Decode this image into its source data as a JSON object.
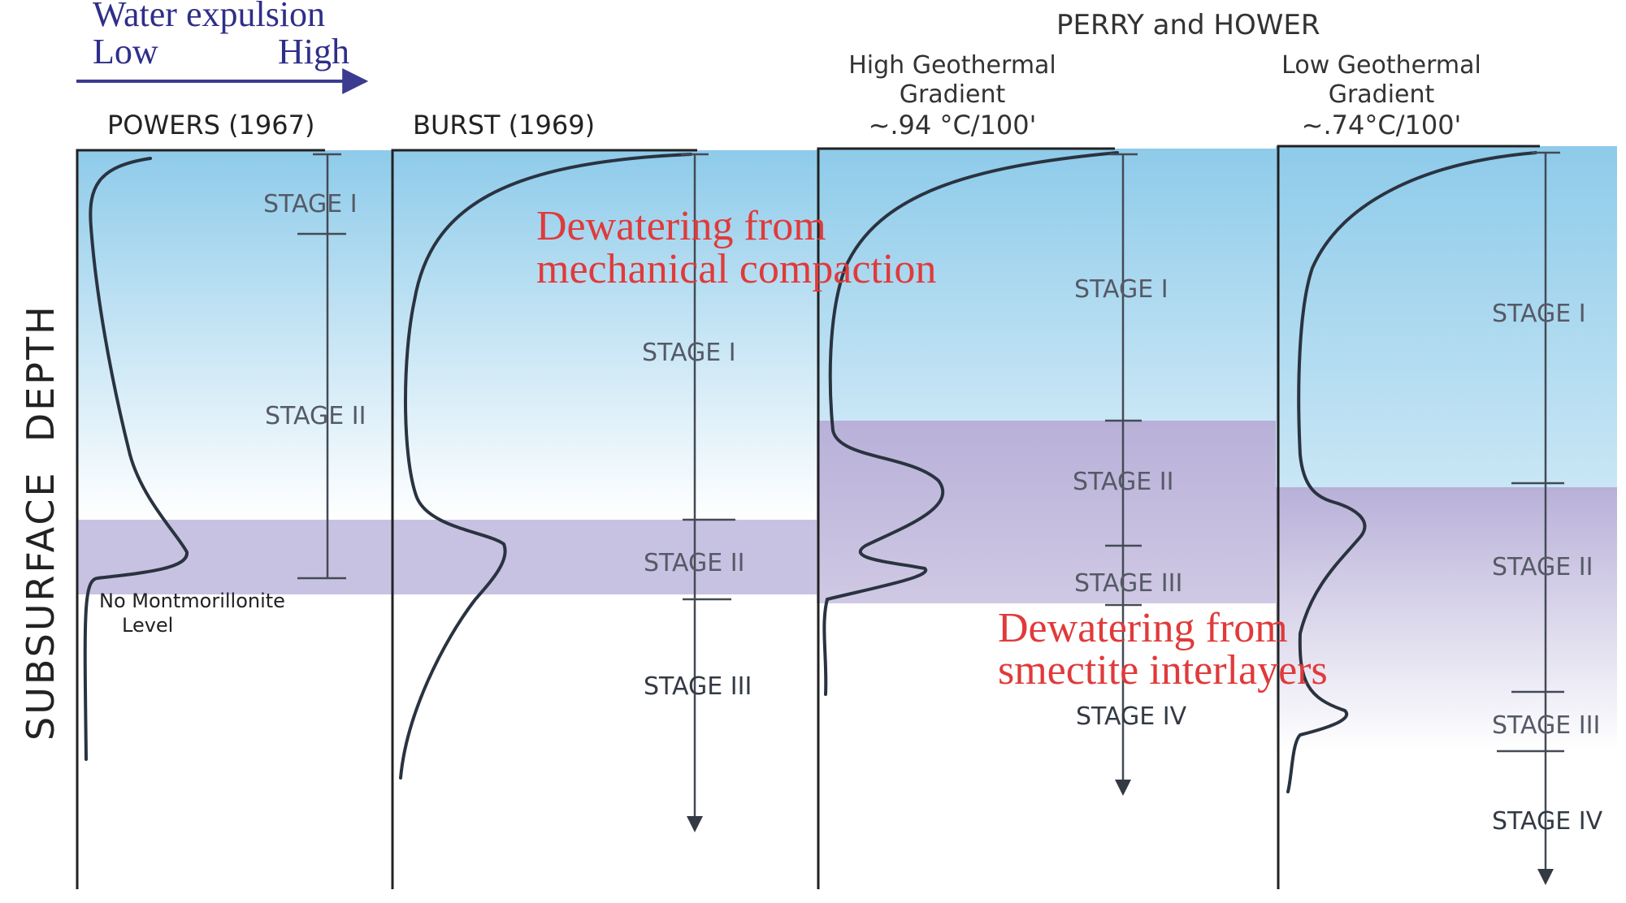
{
  "header": {
    "water_title": "Water expulsion",
    "water_low": "Low",
    "water_high": "High",
    "group_title": "PERRY and HOWER"
  },
  "y_axis_label": "SUBSURFACE  DEPTH",
  "panels": [
    {
      "title": "POWERS (1967)",
      "stages": [
        "STAGE I",
        "STAGE II"
      ],
      "note_line1": "No Montmorillonite",
      "note_line2": "Level"
    },
    {
      "title": "BURST (1969)",
      "stages": [
        "STAGE I",
        "STAGE II",
        "STAGE III"
      ]
    },
    {
      "title_line1": "High Geothermal",
      "title_line2": "Gradient",
      "title_line3": "~.94 °C/100'",
      "stages": [
        "STAGE I",
        "STAGE II",
        "STAGE III",
        "STAGE IV"
      ]
    },
    {
      "title_line1": "Low Geothermal",
      "title_line2": "Gradient",
      "title_line3": "~.74°C/100'",
      "stages": [
        "STAGE I",
        "STAGE II",
        "STAGE III",
        "STAGE IV"
      ]
    }
  ],
  "annotations": {
    "mechanical_line1": "Dewatering from",
    "mechanical_line2": "mechanical compaction",
    "smectite_line1": "Dewatering from",
    "smectite_line2": "smectite interlayers"
  },
  "colors": {
    "blue_zone": "#8ecbea",
    "purple_zone": "#b8b0d8",
    "arrow": "#3b3b8f",
    "header_text": "#2e2e8a",
    "annotation_red": "#e03a3a",
    "ink": "#222222",
    "stage_text": "#555a66"
  }
}
